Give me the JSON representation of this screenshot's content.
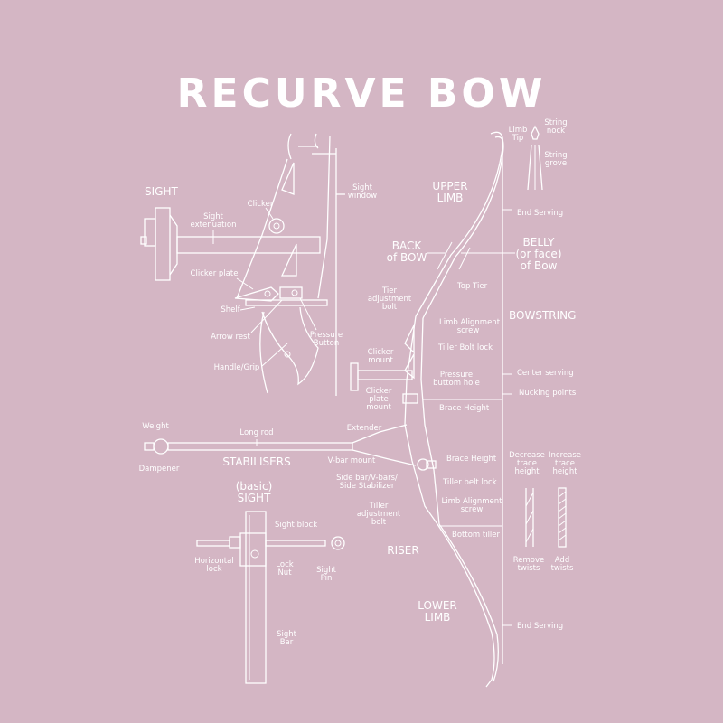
{
  "title": "RECURVE BOW",
  "colors": {
    "background": "#d4b6c4",
    "line": "#ffffff"
  },
  "sections": {
    "sight": "SIGHT",
    "stabilisers": "STABILISERS",
    "basic_sight": "(basic)\nSIGHT",
    "riser": "RISER",
    "upper_limb": "UPPER\nLIMB",
    "lower_limb": "LOWER\nLIMB",
    "back_of_bow": "BACK\nof BOW",
    "belly": "BELLY\n(or face)\nof Bow",
    "bowstring": "BOWSTRING"
  },
  "labels": {
    "sight_window": "Sight\nwindow",
    "clicker": "Clicker",
    "sight_extenuation": "Sight\nextenuation",
    "clicker_plate": "Clicker plate",
    "shelf": "Shelf",
    "arrow_rest": "Arrow rest",
    "pressure_button": "Pressure\nButton",
    "handle_grip": "Handle/Grip",
    "limb_tip": "Limb\nTip",
    "string_nock": "String\nnock",
    "string_grove": "String\ngrove",
    "end_serving_top": "End Serving",
    "top_tier": "Top Tier",
    "tier_adjustment_bolt": "Tier\nadjustment\nbolt",
    "limb_alignment_screw_top": "Limb Alignment\nscrew",
    "tiller_bolt_lock": "Tiller Bolt lock",
    "clicker_mount": "Clicker\nmount",
    "pressure_button_hole": "Pressure\nbuttom hole",
    "clicker_plate_mount": "Clicker\nplate\nmount",
    "center_serving": "Center serving",
    "nocking_points": "Nucking points",
    "brace_height_1": "Brace Height",
    "brace_height_2": "Brace Height",
    "weight": "Weight",
    "dampener": "Dampener",
    "long_rod": "Long rod",
    "extender": "Extender",
    "v_bar_mount": "V-bar mount",
    "side_bar": "Side bar/V-bars/\nSide Stabilizer",
    "tiller_adjustment_bolt": "Tiller\nadjustment\nbolt",
    "tiller_belt_lock": "Tiller belt lock",
    "limb_alignment_screw_bottom": "Limb Alignment\nscrew",
    "bottom_tiller": "Bottom tiller",
    "decrease_trace_height": "Decrease\ntrace\nheight",
    "increase_trace_height": "Increase\ntrace\nheight",
    "remove_twists": "Remove\ntwists",
    "add_twists": "Add\ntwists",
    "sight_block": "Sight block",
    "horizontal_lock": "Horizontal\nlock",
    "lock_nut": "Lock\nNut",
    "sight_pin": "Sight\nPin",
    "sight_bar": "Sight\nBar",
    "end_serving_bottom": "End Serving"
  }
}
